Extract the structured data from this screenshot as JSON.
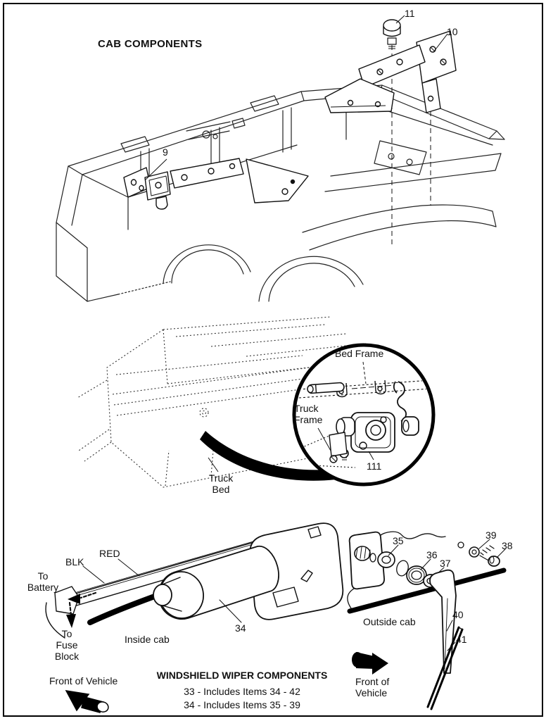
{
  "page": {
    "background": "#ffffff",
    "line_color": "#1b1b1b"
  },
  "cab_section": {
    "title": "CAB COMPONENTS",
    "labels": {
      "n9": "9",
      "n10": "10",
      "n11": "11"
    }
  },
  "bed_section": {
    "callout": {
      "bed_frame": "Bed Frame",
      "truck_frame": "Truck\nFrame",
      "n111": "111"
    },
    "truck_bed": "Truck\nBed"
  },
  "wiper_section": {
    "title": "WINDSHIELD WIPER COMPONENTS",
    "notes": [
      "33 - Includes Items 34 - 42",
      "34 - Includes Items 35 - 39"
    ],
    "inside": {
      "blk": "BLK",
      "red": "RED",
      "to_battery": "To\nBattery",
      "to_fuse_block": "To\nFuse\nBlock",
      "inside_cab": "Inside cab",
      "n34": "34",
      "front_of_vehicle": "Front of Vehicle"
    },
    "outside": {
      "outside_cab": "Outside cab",
      "n35": "35",
      "n36": "36",
      "n37": "37",
      "n38": "38",
      "n39": "39",
      "n40": "40",
      "n41": "41",
      "front_of_vehicle": "Front of\nVehicle"
    }
  }
}
